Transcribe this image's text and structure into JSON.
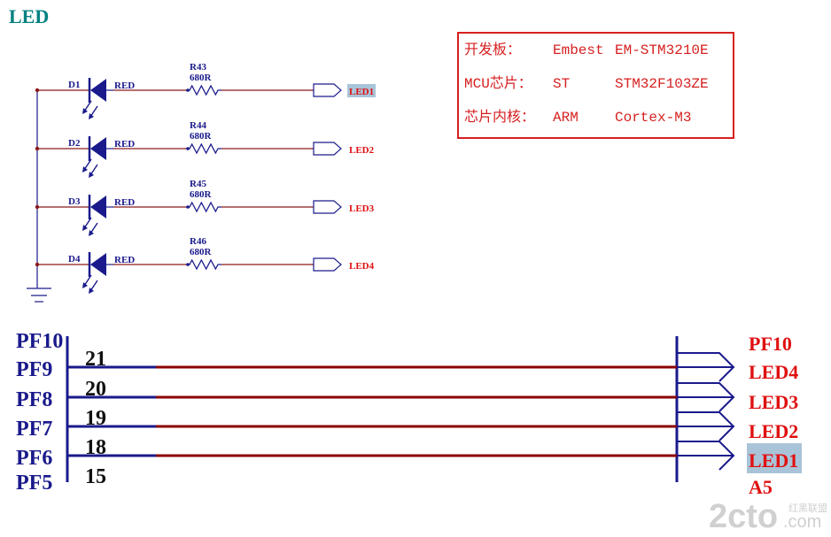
{
  "title": "LED",
  "info_box": {
    "rows": [
      {
        "label": "开发板：",
        "value1": "Embest",
        "value2": "EM-STM3210E"
      },
      {
        "label": "MCU芯片：",
        "value1": "ST",
        "value2": "STM32F103ZE"
      },
      {
        "label": "芯片内核：",
        "value1": "ARM",
        "value2": "Cortex-M3"
      }
    ]
  },
  "led_circuits": [
    {
      "diode": "D1",
      "color": "RED",
      "resistor": "R43",
      "resistance": "680R",
      "net": "LED1",
      "net_highlighted": true
    },
    {
      "diode": "D2",
      "color": "RED",
      "resistor": "R44",
      "resistance": "680R",
      "net": "LED2",
      "net_highlighted": false
    },
    {
      "diode": "D3",
      "color": "RED",
      "resistor": "R45",
      "resistance": "680R",
      "net": "LED3",
      "net_highlighted": false
    },
    {
      "diode": "D4",
      "color": "RED",
      "resistor": "R46",
      "resistance": "680R",
      "net": "LED4",
      "net_highlighted": false
    }
  ],
  "mcu_section": {
    "top_pin_partial": "PF10",
    "top_net_partial": "PF10",
    "bottom_pin_partial": "PF5",
    "bottom_num_partial": "15",
    "bottom_net_partial": "A5",
    "pins": [
      {
        "pin": "PF9",
        "number": "21",
        "net": "LED4",
        "net_highlighted": false
      },
      {
        "pin": "PF8",
        "number": "20",
        "net": "LED3",
        "net_highlighted": false
      },
      {
        "pin": "PF7",
        "number": "19",
        "net": "LED2",
        "net_highlighted": false
      },
      {
        "pin": "PF6",
        "number": "18",
        "net": "LED1",
        "net_highlighted": true
      }
    ]
  },
  "watermark": {
    "main": "2cto",
    "sub": ".com",
    "cn": "红黑联盟"
  },
  "colors": {
    "title": "#008080",
    "schematic_blue": "#1a1a8c",
    "net_red": "#e01010",
    "wire_darkred": "#8b0000",
    "box_red": "#d62020",
    "highlight": "#a9c4d8",
    "watermark": "#d0d0d0"
  }
}
